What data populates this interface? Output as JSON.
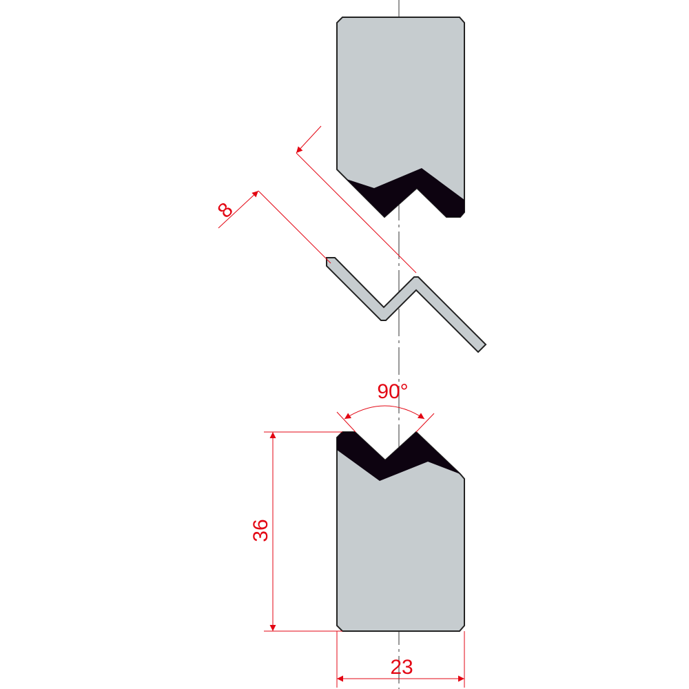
{
  "colors": {
    "tool_fill": "#c6cccf",
    "black_part": "#0d0310",
    "dimension": "#e30613",
    "outline": "#222222",
    "centerline": "#555555"
  },
  "dimensions": {
    "sheet_thickness": "8",
    "die_angle": "90°",
    "die_height": "36",
    "die_width": "23"
  }
}
